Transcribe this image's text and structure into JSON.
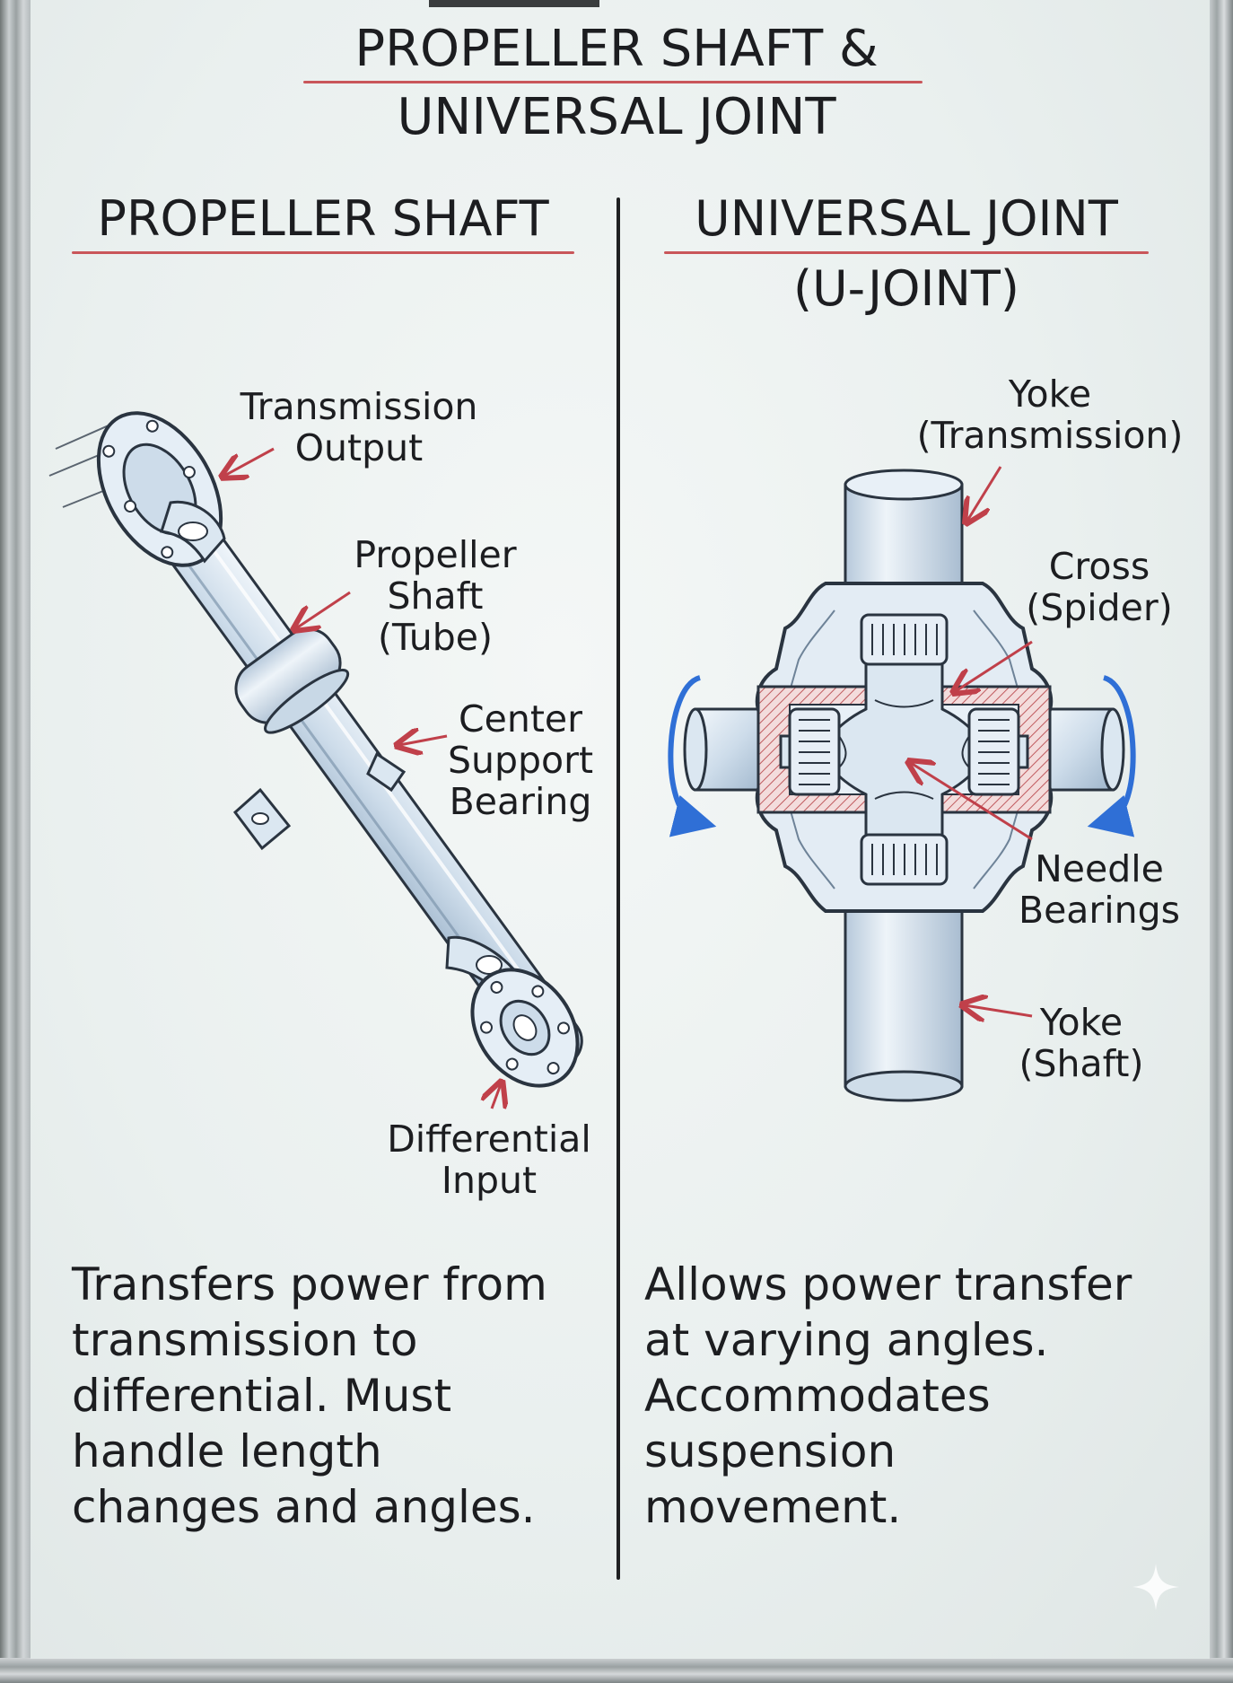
{
  "title": {
    "line1": "PROPELLER SHAFT &",
    "line2": "UNIVERSAL JOINT"
  },
  "left_panel": {
    "heading": "PROPELLER SHAFT",
    "labels": {
      "transmission_output": [
        "Transmission",
        "Output"
      ],
      "propeller_shaft_tube": [
        "Propeller",
        "Shaft",
        "(Tube)"
      ],
      "center_support_bearing": [
        "Center",
        "Support",
        "Bearing"
      ],
      "differential_input": [
        "Differential",
        "Input"
      ]
    },
    "description": [
      "Transfers power from",
      "transmission to",
      "differential. Must",
      "handle length",
      "changes and angles."
    ]
  },
  "right_panel": {
    "heading_line1": "UNIVERSAL JOINT",
    "heading_line2": "(U-JOINT)",
    "labels": {
      "yoke_transmission": [
        "Yoke",
        "(Transmission)"
      ],
      "cross_spider": [
        "Cross",
        "(Spider)"
      ],
      "needle_bearings": [
        "Needle",
        "Bearings"
      ],
      "yoke_shaft": [
        "Yoke",
        "(Shaft)"
      ]
    },
    "description": [
      "Allows power transfer",
      "at varying angles.",
      "Accommodates",
      "suspension",
      "movement."
    ]
  },
  "colors": {
    "ink": "#1c1d20",
    "underline_red": "#c9565a",
    "arrow_red": "#c0404a",
    "rotation_blue": "#2f6fd6",
    "metal_fill": "#dbe7f1",
    "metal_stroke": "#2a3440"
  },
  "icons": {
    "watermark": "sparkle-icon"
  }
}
